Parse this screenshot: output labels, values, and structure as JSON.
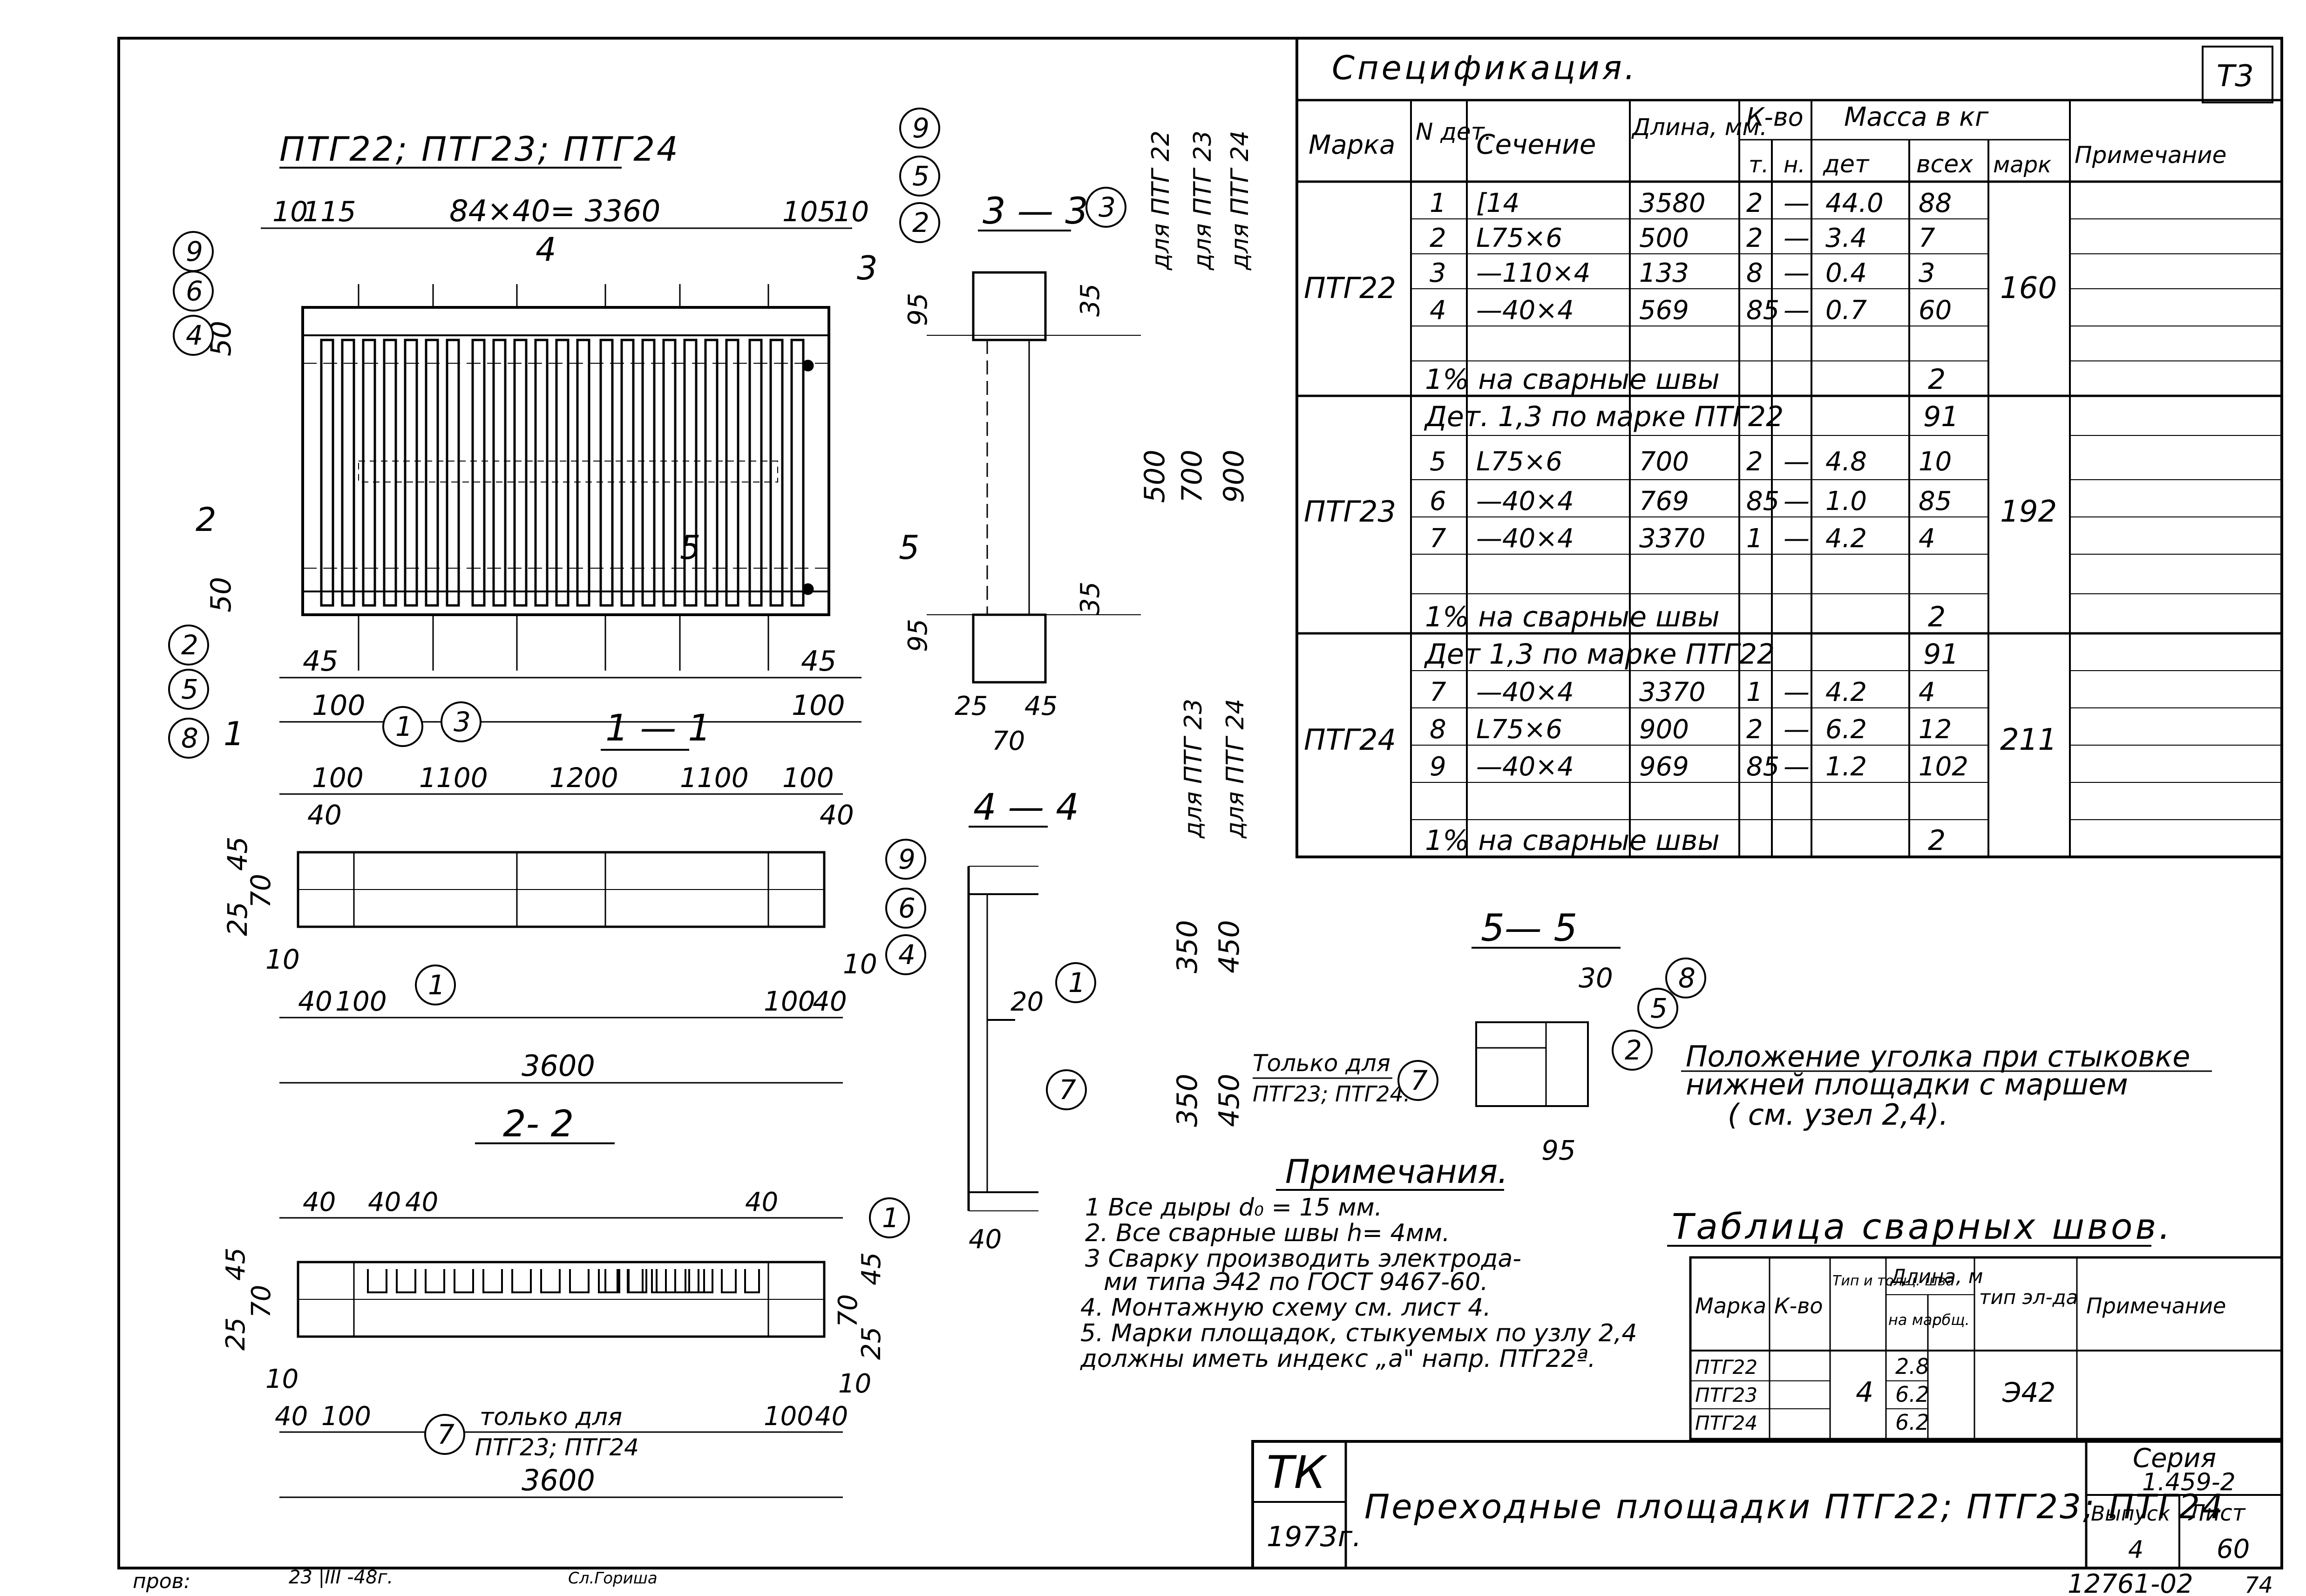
{
  "sheet_tag": "Т3",
  "spec": {
    "title": "Спецификация.",
    "headers": {
      "marka": "Марка",
      "n_det": "N дет.",
      "sechenie": "Сечение",
      "dlina": "Длина, мм.",
      "kvo": "К-во",
      "kvo_t": "т.",
      "kvo_n": "н.",
      "massa": "Масса в кг",
      "massa_det": "дет",
      "massa_vsekh": "всех",
      "massa_mark": "марк",
      "primech": "Примечание"
    },
    "groups": [
      {
        "marka": "ПТГ22",
        "total": "160",
        "rows": [
          {
            "n": "1",
            "sec": "[14",
            "len": "3580",
            "t": "2",
            "h": "—",
            "det": "44.0",
            "all": "88"
          },
          {
            "n": "2",
            "sec": "L75×6",
            "len": "500",
            "t": "2",
            "h": "—",
            "det": "3.4",
            "all": "7"
          },
          {
            "n": "3",
            "sec": "—110×4",
            "len": "133",
            "t": "8",
            "h": "—",
            "det": "0.4",
            "all": "3"
          },
          {
            "n": "4",
            "sec": "—40×4",
            "len": "569",
            "t": "85",
            "h": "—",
            "det": "0.7",
            "all": "60"
          }
        ],
        "weld_note": "1% на сварные   швы",
        "weld_value": "2"
      },
      {
        "marka": "ПТГ23",
        "total": "192",
        "lead_note": "Дет. 1,3 по марке ПТГ22",
        "lead_value": "91",
        "rows": [
          {
            "n": "5",
            "sec": "L75×6",
            "len": "700",
            "t": "2",
            "h": "—",
            "det": "4.8",
            "all": "10"
          },
          {
            "n": "6",
            "sec": "—40×4",
            "len": "769",
            "t": "85",
            "h": "—",
            "det": "1.0",
            "all": "85"
          },
          {
            "n": "7",
            "sec": "—40×4",
            "len": "3370",
            "t": "1",
            "h": "—",
            "det": "4.2",
            "all": "4"
          }
        ],
        "weld_note": "1% на сварные швы",
        "weld_value": "2"
      },
      {
        "marka": "ПТГ24",
        "total": "211",
        "lead_note": "Дет 1,3 по марке ПТГ22",
        "lead_value": "91",
        "rows": [
          {
            "n": "7",
            "sec": "—40×4",
            "len": "3370",
            "t": "1",
            "h": "—",
            "det": "4.2",
            "all": "4"
          },
          {
            "n": "8",
            "sec": "L75×6",
            "len": "900",
            "t": "2",
            "h": "—",
            "det": "6.2",
            "all": "12"
          },
          {
            "n": "9",
            "sec": "—40×4",
            "len": "969",
            "t": "85",
            "h": "—",
            "det": "1.2",
            "all": "102"
          }
        ],
        "weld_note": "1% на сварные швы",
        "weld_value": "2"
      }
    ]
  },
  "plan": {
    "title": "ПТГ22; ПТГ23; ПТГ24",
    "dim_top": "84×40= 3360",
    "dim_top_left_a": "10",
    "dim_top_left_b": "115",
    "dim_top_right_a": "105",
    "dim_top_right_b": "10",
    "dim_50_top": "50",
    "dim_50_bot": "50",
    "dim_45_left": "45",
    "dim_100_left": "100",
    "dim_45_right": "45",
    "dim_100_right": "100",
    "cut_2": "2",
    "cut_5": "5",
    "cut_4": "4",
    "cut_3": "3",
    "cut_1": "1",
    "cut_5b": "5"
  },
  "section_1_1": {
    "title": "1 — 1",
    "dims_top": [
      "100",
      "1100",
      "1200",
      "1100",
      "100"
    ],
    "dim_40_l": "40",
    "dim_40_r": "40",
    "dim_45": "45",
    "dim_70": "70",
    "dim_25": "25",
    "dim_10_l": "10",
    "dim_40_bl": "40",
    "dim_100_bl": "100",
    "dim_10_r": "10",
    "dim_100_br": "100",
    "dim_40_br": "40",
    "dim_total": "3600"
  },
  "section_2_2": {
    "title": "2- 2",
    "dim_40_a": "40",
    "dim_40_b": "40",
    "dim_40_c": "40",
    "dim_40_d": "40",
    "dim_45_l": "45",
    "dim_70_l": "70",
    "dim_25_l": "25",
    "dim_45_r": "45",
    "dim_70_r": "70",
    "dim_25_r": "25",
    "dim_10_l": "10",
    "dim_40_bl": "40",
    "dim_100_bl": "100",
    "dim_10_r": "10",
    "dim_100_br": "100",
    "dim_40_br": "40",
    "dim_total": "3600",
    "only_for_1": "только для",
    "only_for_2": "ПТГ23; ПТГ24"
  },
  "section_3_3": {
    "title": "3 — 3",
    "dim_95_top": "95",
    "dim_35_top": "35",
    "dim_500": "500",
    "dim_700": "700",
    "dim_900": "900",
    "dim_35_bot": "35",
    "dim_95_bot": "95",
    "dim_25": "25",
    "dim_45": "45",
    "dim_70": "70",
    "for_22": "для ПТГ 22",
    "for_23": "для ПТГ 23",
    "for_24": "для ПТГ 24"
  },
  "section_4_4": {
    "title": "4 — 4",
    "dim_20": "20",
    "dim_350a": "350",
    "dim_450a": "450",
    "dim_350b": "350",
    "dim_450b": "450",
    "dim_40": "40",
    "for_23": "для ПТГ 23",
    "for_24": "для ПТГ 24",
    "only_for_1": "Только для",
    "only_for_2": "ПТГ23; ПТГ24."
  },
  "section_5_5": {
    "title": "5— 5",
    "dim_30": "30",
    "dim_95": "95",
    "note_1": "Положение уголка при стыковке",
    "note_2": "нижней площадки с маршем",
    "note_3": "( см. узел 2,4)."
  },
  "callouts": [
    "1",
    "2",
    "3",
    "4",
    "5",
    "6",
    "7",
    "8",
    "9"
  ],
  "notes": {
    "title": "Примечания.",
    "lines": [
      "1 Все дыры d₀ = 15 мм.",
      "2. Все сварные   швы  h= 4мм.",
      "3 Сварку   производить электрода-",
      "ми типа Э42 по  ГОСТ 9467-60.",
      "4. Монтажную схему см.  лист 4.",
      "5. Марки площадок, стыкуемых по узлу 2,4",
      "должны иметь индекс „а\" напр. ПТГ22ª."
    ]
  },
  "welds": {
    "title": "Таблица сварных  швов.",
    "headers": {
      "marka": "Марка",
      "kvo": "К-во",
      "tip": "Тип и толщ. шва",
      "dlina": "Длина, м",
      "na_mark": "на мар",
      "obsh": "общ.",
      "tip_el": "тип эл-да",
      "primech": "Примечание"
    },
    "rows": [
      {
        "marka": "ПТГ22",
        "len": "2.8"
      },
      {
        "marka": "ПТГ23",
        "len": "6.2"
      },
      {
        "marka": "ПТГ24",
        "len": "6.2"
      }
    ],
    "tip_value": "4",
    "electrode": "Э42"
  },
  "title_block": {
    "org": "ТК",
    "year": "1973г.",
    "name": "Переходные площадки ПТГ22; ПТГ23; ПТГ24",
    "seria_label": "Серия",
    "seria_value": "1.459-2",
    "vypusk_label": "Выпуск",
    "vypusk_value": "4",
    "list_label": "Лист",
    "list_value": "60"
  },
  "footer": {
    "prov": "пров:",
    "date": "23 |III -48г.",
    "sign2": "Сл.Гориша",
    "code": "12761-02",
    "page": "74"
  }
}
